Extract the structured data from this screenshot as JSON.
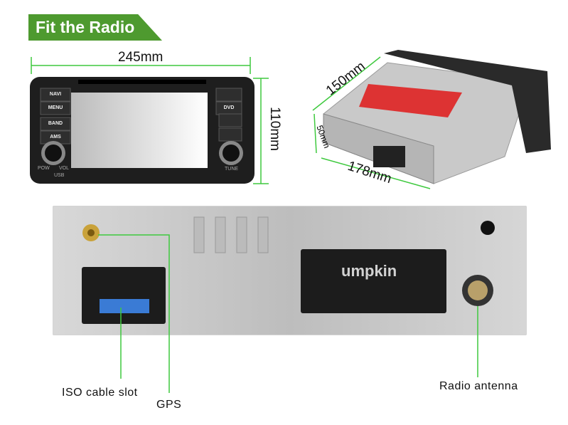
{
  "banner": {
    "title": "Fit the Radio"
  },
  "dimensions": {
    "width": "245mm",
    "height": "110mm",
    "depth_top": "150mm",
    "side": "50mm",
    "length": "178mm"
  },
  "front_panel": {
    "buttons": [
      "NAVI",
      "MENU",
      "BAND",
      "AMS",
      "DVD"
    ],
    "labels": {
      "pow": "POW",
      "vol": "VOL",
      "tune": "TUNE",
      "usb": "USB"
    },
    "brand": "umpkin"
  },
  "callouts": {
    "iso": "ISO cable slot",
    "gps": "GPS",
    "antenna": "Radio antenna"
  },
  "colors": {
    "accent": "#3ec93e",
    "banner": "#4e9a2f"
  }
}
